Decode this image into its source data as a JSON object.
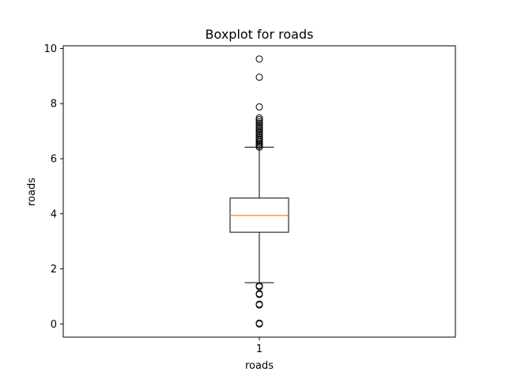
{
  "chart_data": {
    "type": "box",
    "title": "Boxplot for roads",
    "xlabel": "roads",
    "ylabel": "roads",
    "categories": [
      "1"
    ],
    "ylim": [
      -0.48,
      10.1
    ],
    "yticks": [
      0,
      2,
      4,
      6,
      8,
      10
    ],
    "grid": false,
    "legend": "none",
    "colors": {
      "box": "#000000",
      "median": "#ff7f0e",
      "whisker": "#000000",
      "flier": "#000000"
    },
    "series": [
      {
        "category": "1",
        "whisker_low": 1.5,
        "q1": 3.33,
        "median": 3.94,
        "q3": 4.57,
        "whisker_high": 6.42,
        "outliers": [
          0.0,
          0.03,
          0.69,
          0.72,
          1.07,
          1.1,
          1.35,
          1.39,
          6.42,
          6.47,
          6.52,
          6.57,
          6.62,
          6.67,
          6.72,
          6.78,
          6.85,
          6.92,
          6.98,
          7.04,
          7.1,
          7.16,
          7.22,
          7.29,
          7.35,
          7.42,
          7.48,
          7.88,
          8.96,
          9.62
        ]
      }
    ]
  }
}
